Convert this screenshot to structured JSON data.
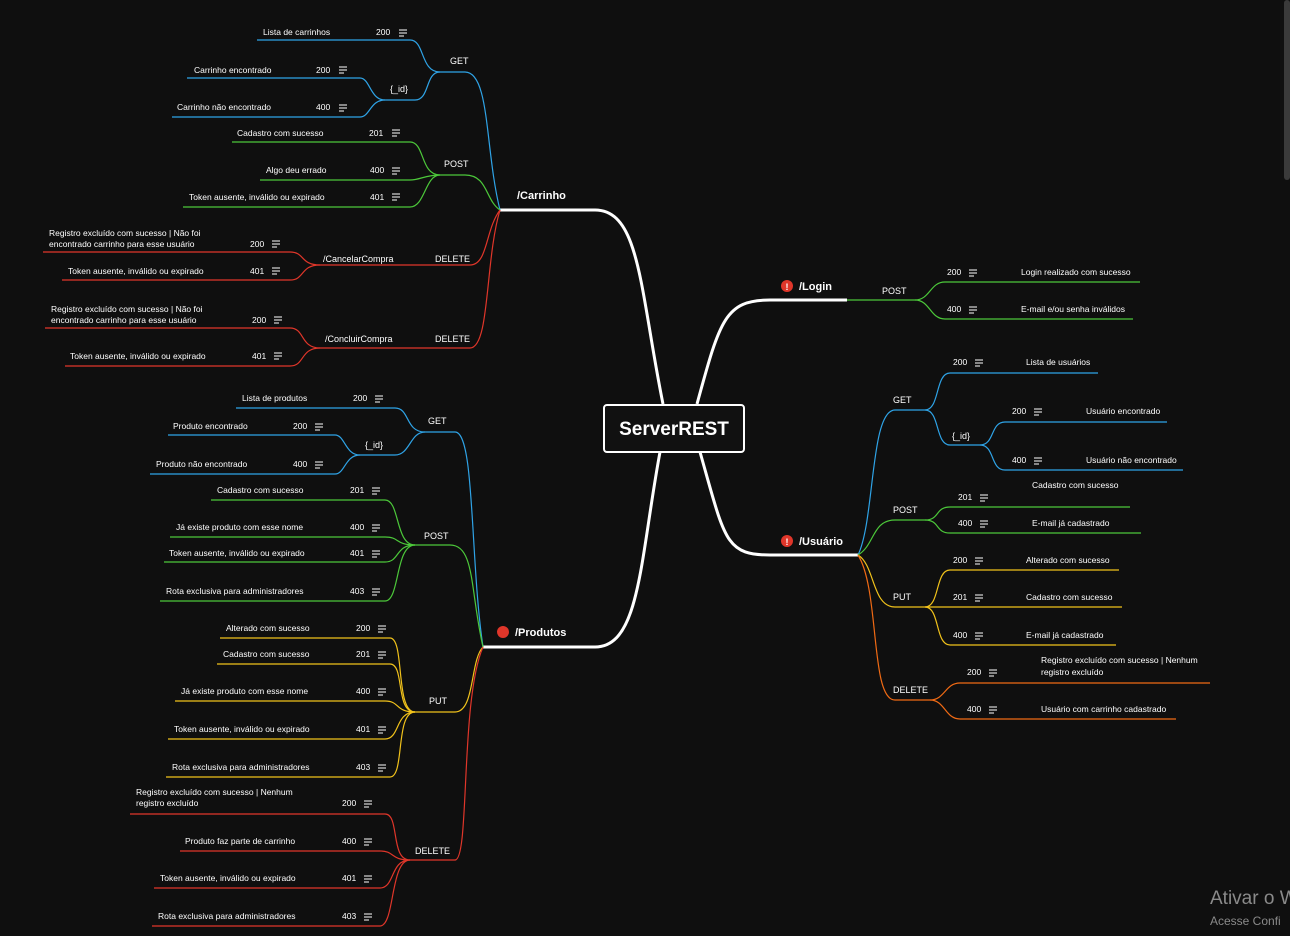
{
  "root": "ServerREST",
  "colors": {
    "blue": "#2fa3e6",
    "green": "#4cc83a",
    "red": "#e0362a",
    "yellow": "#f1c21b",
    "orange": "#f06a14",
    "white": "#ffffff"
  },
  "carrinho": {
    "label": "/Carrinho",
    "get": "GET",
    "id": "{_id}",
    "post": "POST",
    "delete": "DELETE",
    "cancelar": "/CancelarCompra",
    "concluir": "/ConcluirCompra",
    "leaves": [
      {
        "text": "Lista de carrinhos",
        "code": "200"
      },
      {
        "text": "Carrinho encontrado",
        "code": "200"
      },
      {
        "text": "Carrinho não encontrado",
        "code": "400"
      },
      {
        "text": "Cadastro com sucesso",
        "code": "201"
      },
      {
        "text": "Algo deu errado",
        "code": "400"
      },
      {
        "text": "Token ausente, inválido ou expirado",
        "code": "401"
      },
      {
        "text": "Registro excluído com sucesso | Não foi",
        "text2": "encontrado carrinho para esse usuário",
        "code": "200"
      },
      {
        "text": "Token ausente, inválido ou expirado",
        "code": "401"
      },
      {
        "text": "Registro excluído com sucesso | Não foi",
        "text2": "encontrado carrinho para esse usuário",
        "code": "200"
      },
      {
        "text": "Token ausente, inválido ou expirado",
        "code": "401"
      }
    ]
  },
  "produtos": {
    "label": "/Produtos",
    "get": "GET",
    "id": "{_id}",
    "post": "POST",
    "put": "PUT",
    "delete": "DELETE",
    "leaves": [
      {
        "text": "Lista de produtos",
        "code": "200"
      },
      {
        "text": "Produto encontrado",
        "code": "200"
      },
      {
        "text": "Produto não encontrado",
        "code": "400"
      },
      {
        "text": "Cadastro com sucesso",
        "code": "201"
      },
      {
        "text": "Já existe produto com esse nome",
        "code": "400"
      },
      {
        "text": "Token ausente, inválido ou expirado",
        "code": "401"
      },
      {
        "text": "Rota exclusiva para administradores",
        "code": "403"
      },
      {
        "text": "Alterado com sucesso",
        "code": "200"
      },
      {
        "text": "Cadastro com sucesso",
        "code": "201"
      },
      {
        "text": "Já existe produto com esse nome",
        "code": "400"
      },
      {
        "text": "Token ausente, inválido ou expirado",
        "code": "401"
      },
      {
        "text": "Rota exclusiva para administradores",
        "code": "403"
      },
      {
        "text": "Registro excluído com sucesso | Nenhum",
        "text2": "registro excluído",
        "code": "200"
      },
      {
        "text": "Produto faz parte de carrinho",
        "code": "400"
      },
      {
        "text": "Token ausente, inválido ou expirado",
        "code": "401"
      },
      {
        "text": "Rota exclusiva para administradores",
        "code": "403"
      }
    ]
  },
  "login": {
    "label": "/Login",
    "post": "POST",
    "leaves": [
      {
        "text": "Login realizado com sucesso",
        "code": "200"
      },
      {
        "text": "E-mail e/ou senha inválidos",
        "code": "400"
      }
    ]
  },
  "usuario": {
    "label": "/Usuário",
    "get": "GET",
    "id": "{_id}",
    "post": "POST",
    "put": "PUT",
    "delete": "DELETE",
    "leaves": [
      {
        "text": "Lista de usuários",
        "code": "200"
      },
      {
        "text": "Usuário encontrado",
        "code": "200"
      },
      {
        "text": "Usuário não encontrado",
        "code": "400"
      },
      {
        "text": "Cadastro com sucesso",
        "code": "201"
      },
      {
        "text": "E-mail já cadastrado",
        "code": "400"
      },
      {
        "text": "Alterado com sucesso",
        "code": "200"
      },
      {
        "text": "Cadastro com sucesso",
        "code": "201"
      },
      {
        "text": "E-mail já cadastrado",
        "code": "400"
      },
      {
        "text": "Registro excluído com sucesso | Nenhum",
        "text2": "registro excluído",
        "code": "200"
      },
      {
        "text": "Usuário com carrinho cadastrado",
        "code": "400"
      }
    ]
  },
  "watermark": {
    "line1": "Ativar o W",
    "line2": "Acesse Confi"
  }
}
